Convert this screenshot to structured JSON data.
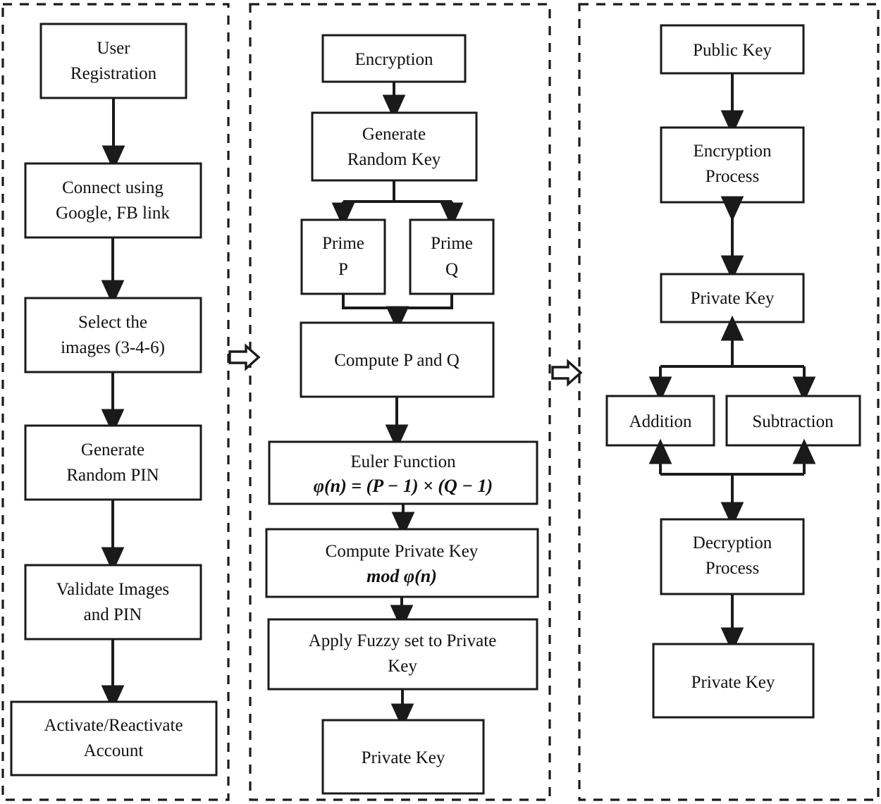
{
  "diagram": {
    "title": "Three-stage registration, key generation and encryption flowchart",
    "panels": [
      {
        "id": "panel-registration",
        "name": "user-registration-panel",
        "nodes": [
          {
            "id": "n1",
            "lines": [
              "User",
              "Registration"
            ]
          },
          {
            "id": "n2",
            "lines": [
              "Connect using",
              "Google, FB link"
            ]
          },
          {
            "id": "n3",
            "lines": [
              "Select the",
              "images (3-4-6)"
            ]
          },
          {
            "id": "n4",
            "lines": [
              "Generate",
              "Random PIN"
            ]
          },
          {
            "id": "n5",
            "lines": [
              "Validate Images",
              "and PIN"
            ]
          },
          {
            "id": "n6",
            "lines": [
              "Activate/Reactivate",
              "Account"
            ]
          }
        ]
      },
      {
        "id": "panel-keygen",
        "name": "key-generation-panel",
        "nodes": [
          {
            "id": "m1",
            "lines": [
              "Encryption"
            ]
          },
          {
            "id": "m2",
            "lines": [
              "Generate",
              "Random Key"
            ]
          },
          {
            "id": "m3",
            "lines": [
              "Prime",
              "P"
            ]
          },
          {
            "id": "m4",
            "lines": [
              "Prime",
              "Q"
            ]
          },
          {
            "id": "m5",
            "lines": [
              "Compute P and Q"
            ]
          },
          {
            "id": "m6",
            "lines": [
              "Euler Function"
            ],
            "formula": "φ(n) = (P − 1) × (Q − 1)"
          },
          {
            "id": "m7",
            "lines": [
              "Compute Private Key"
            ],
            "formula": "mod φ(n)"
          },
          {
            "id": "m8",
            "lines": [
              "Apply Fuzzy set to Private",
              "Key"
            ]
          },
          {
            "id": "m9",
            "lines": [
              "Private Key"
            ]
          }
        ]
      },
      {
        "id": "panel-crypto",
        "name": "encryption-decryption-panel",
        "nodes": [
          {
            "id": "r1",
            "lines": [
              "Public Key"
            ]
          },
          {
            "id": "r2",
            "lines": [
              "Encryption",
              "Process"
            ]
          },
          {
            "id": "r3",
            "lines": [
              "Private Key"
            ]
          },
          {
            "id": "r4",
            "lines": [
              "Addition"
            ]
          },
          {
            "id": "r5",
            "lines": [
              "Subtraction"
            ]
          },
          {
            "id": "r6",
            "lines": [
              "Decryption",
              "Process"
            ]
          },
          {
            "id": "r7",
            "lines": [
              "Private Key"
            ]
          }
        ]
      }
    ],
    "connectors": [
      {
        "id": "c1",
        "name": "panel-connector-arrow-1",
        "glyph": "block-arrow-right"
      },
      {
        "id": "c2",
        "name": "panel-connector-arrow-2",
        "glyph": "block-arrow-right"
      }
    ],
    "colors": {
      "stroke": "#1a1a1a",
      "fill": "#ffffff",
      "text": "#111111"
    }
  }
}
